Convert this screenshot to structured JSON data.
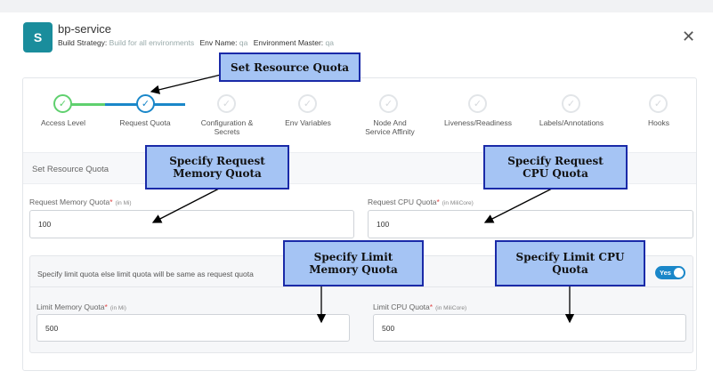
{
  "service": {
    "avatar_letter": "S",
    "name": "bp-service",
    "build_strategy_key": "Build Strategy:",
    "build_strategy_value": "Build for all environments",
    "env_name_key": "Env Name:",
    "env_name_value": "qa",
    "env_master_key": "Environment Master:",
    "env_master_value": "qa"
  },
  "close_glyph": "✕",
  "steps": [
    {
      "label": "Access Level",
      "status": "done"
    },
    {
      "label": "Request Quota",
      "status": "active"
    },
    {
      "label": "Configuration &\nSecrets",
      "status": "todo"
    },
    {
      "label": "Env Variables",
      "status": "todo"
    },
    {
      "label": "Node And\nService Affinity",
      "status": "todo"
    },
    {
      "label": "Liveness/Readiness",
      "status": "todo"
    },
    {
      "label": "Labels/Annotations",
      "status": "todo"
    },
    {
      "label": "Hooks",
      "status": "todo"
    }
  ],
  "section_title": "Set Resource Quota",
  "request": {
    "memory_label": "Request Memory Quota",
    "memory_unit": "(in Mi)",
    "memory_value": "100",
    "cpu_label": "Request CPU Quota",
    "cpu_unit": "(in MiliCore)",
    "cpu_value": "100"
  },
  "limit": {
    "prompt": "Specify limit quota else limit quota will be same as request quota",
    "toggle_label": "Yes",
    "toggle_on": true,
    "memory_label": "Limit Memory Quota",
    "memory_unit": "(in Mi)",
    "memory_value": "500",
    "cpu_label": "Limit CPU Quota",
    "cpu_unit": "(in MiliCore)",
    "cpu_value": "500"
  },
  "required_mark": "*",
  "callouts": {
    "set_resource_quota": "Set Resource Quota",
    "req_memory_1": "Specify Request",
    "req_memory_2": "Memory Quota",
    "req_cpu_1": "Specify Request",
    "req_cpu_2": "CPU Quota",
    "lim_memory_1": "Specify Limit",
    "lim_memory_2": "Memory Quota",
    "lim_cpu_1": "Specify Limit CPU",
    "lim_cpu_2": "Quota"
  },
  "colors": {
    "brand": "#1a8d9c",
    "accent": "#1a87c9",
    "done": "#5fd06e",
    "callout_fill": "#a5c4f4",
    "callout_border": "#1a2aa8"
  }
}
